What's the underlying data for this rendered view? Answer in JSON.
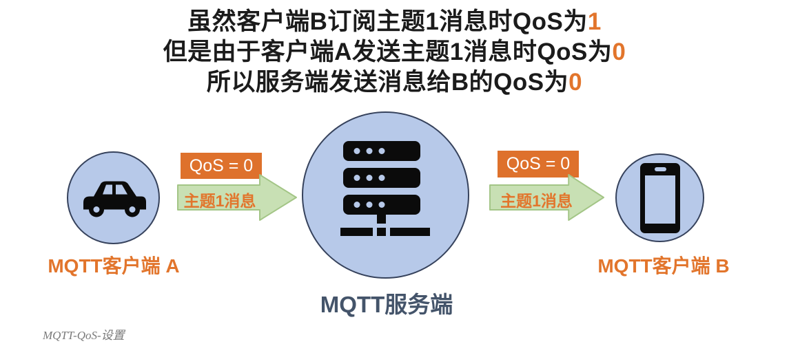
{
  "title": {
    "lines": [
      {
        "text": "虽然客户端B订阅主题1消息时QoS为",
        "highlight": "1"
      },
      {
        "text": "但是由于客户端A发送主题1消息时QoS为",
        "highlight": "0"
      },
      {
        "text": "所以服务端发送消息给B的QoS为",
        "highlight": "0"
      }
    ]
  },
  "nodes": {
    "client_a": {
      "label": "MQTT客户端 A",
      "icon": "car-icon"
    },
    "server": {
      "label": "MQTT服务端",
      "icon": "server-icon"
    },
    "client_b": {
      "label": "MQTT客户端 B",
      "icon": "smartphone-icon"
    }
  },
  "arrows": {
    "a_to_server": {
      "qos_badge": "QoS = 0",
      "message": "主题1消息"
    },
    "server_to_b": {
      "qos_badge": "QoS = 0",
      "message": "主题1消息"
    }
  },
  "footer": {
    "caption": "MQTT-QoS-设置"
  },
  "colors": {
    "accent_orange": "#e2752c",
    "badge_orange": "#de712c",
    "badge_text": "#ffffff",
    "circle_fill": "#b7c9e9",
    "circle_border": "#36425c",
    "arrow_fill": "#c8e0b4",
    "arrow_border": "#a3c586",
    "server_label": "#44546a",
    "title_text": "#1b1b1b",
    "footer_gray": "#7a7a7a",
    "icon_black": "#0b0b0b"
  }
}
